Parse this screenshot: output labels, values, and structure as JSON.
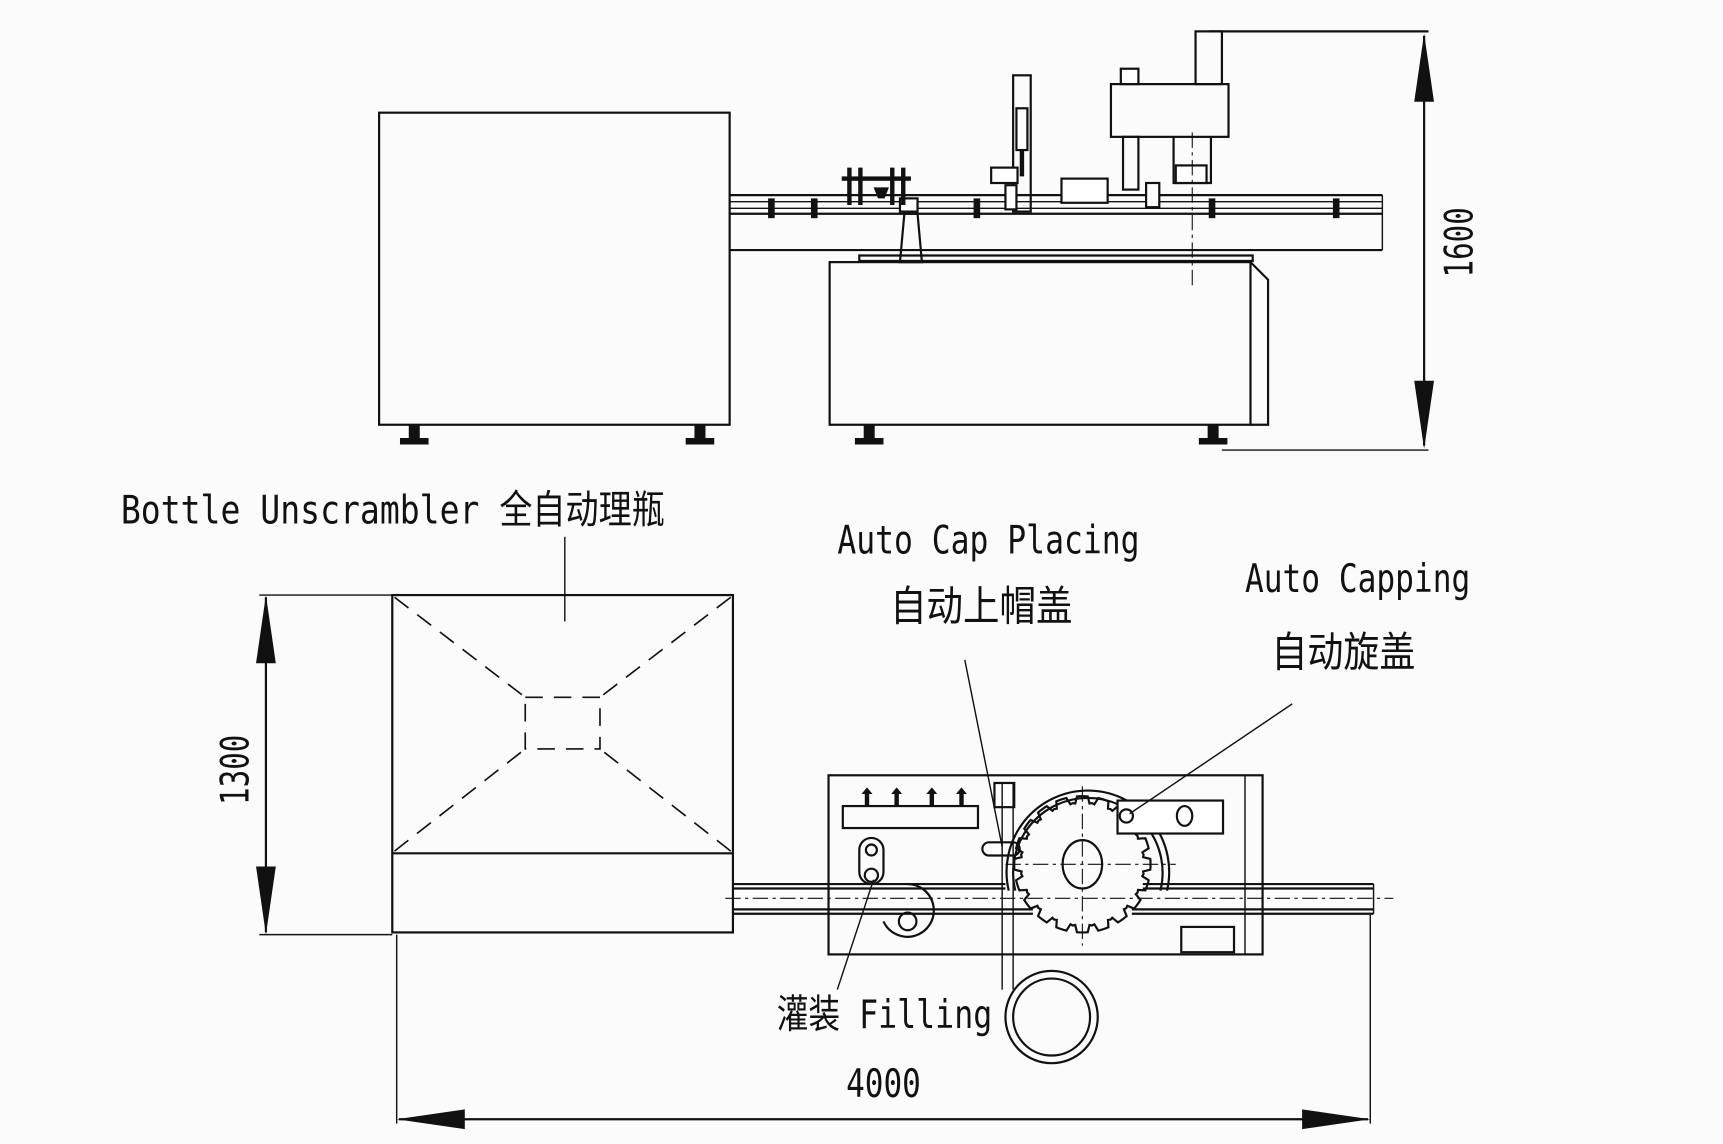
{
  "labels": {
    "unscrambler": "Bottle Unscrambler 全自动理瓶",
    "cap_placing_en": "Auto Cap Placing",
    "cap_placing_cn": "自动上帽盖",
    "capping_en": "Auto Capping",
    "capping_cn": "自动旋盖",
    "filling": "灌装 Filling"
  },
  "dimensions": {
    "height_side": "1600",
    "width_plan": "1300",
    "length_total": "4000"
  }
}
